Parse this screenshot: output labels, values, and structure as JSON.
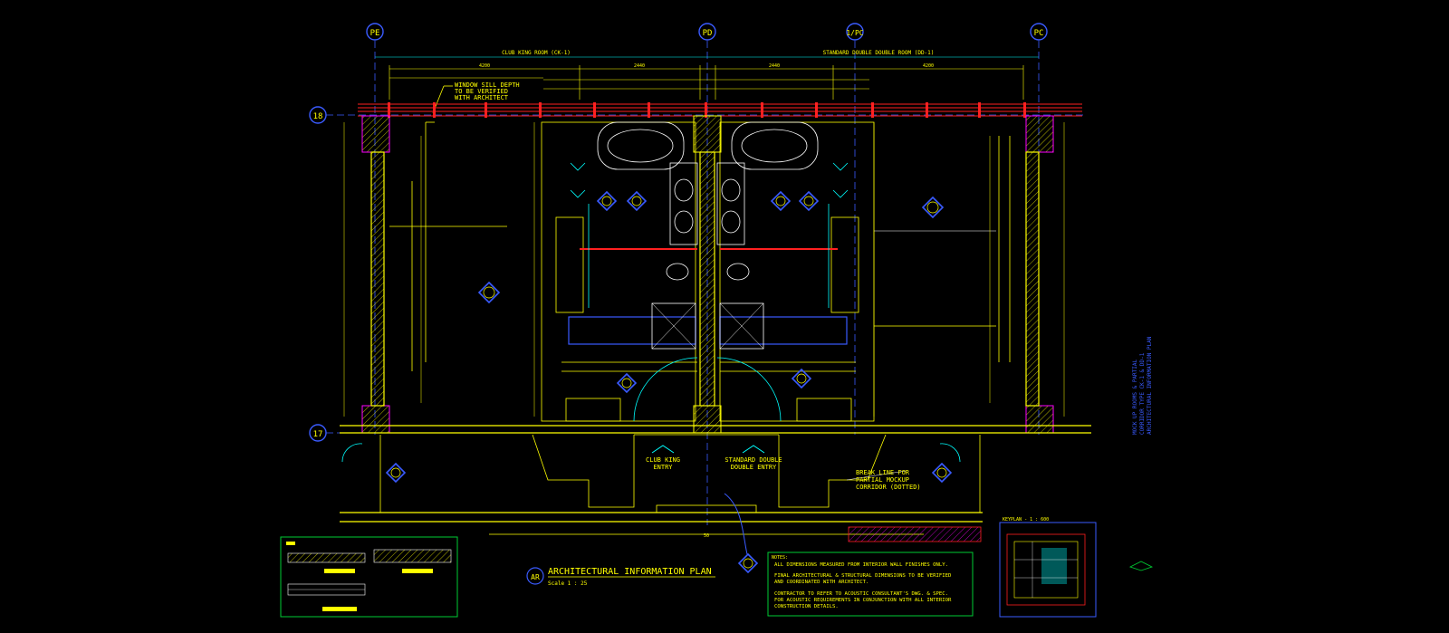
{
  "grid": {
    "cols": [
      "PE",
      "PD",
      "1/PC",
      "PC"
    ],
    "rows": [
      "18",
      "17"
    ]
  },
  "rooms": {
    "left_title": "CLUB KING ROOM (CK-1)",
    "right_title": "STANDARD DOUBLE DOUBLE ROOM (DD-1)",
    "left_entry": [
      "CLUB KING",
      "ENTRY"
    ],
    "right_entry": [
      "STANDARD DOUBLE",
      "DOUBLE ENTRY"
    ]
  },
  "notes": {
    "window_sill": [
      "WINDOW SILL DEPTH",
      "TO BE VERIFIED",
      "WITH ARCHITECT"
    ],
    "break_line": [
      "BREAK LINE FOR",
      "PARTIAL MOCKUP",
      "CORRIDOR (DOTTED)"
    ]
  },
  "dimensions": {
    "top_left": [
      "4200",
      "2440"
    ],
    "top_right": [
      "2440",
      "4200"
    ],
    "bottom": "50"
  },
  "title_block": {
    "bubble": "AR",
    "title": "ARCHITECTURAL INFORMATION PLAN",
    "scale": "Scale 1 : 25"
  },
  "general_notes": {
    "heading": "NOTES:",
    "lines": [
      "ALL DIMENSIONS MEASURED FROM INTERIOR WALL FINISHES ONLY.",
      "FINAL ARCHITECTURAL & STRUCTURAL DIMENSIONS TO BE VERIFIED",
      "AND COORDINATED WITH ARCHITECT.",
      "CONTRACTOR TO REFER TO ACOUSTIC CONSULTANT'S DWG. & SPEC.",
      "FOR ACOUSTIC REQUIREMENTS IN CONJUNCTION WITH ALL INTERIOR",
      "CONSTRUCTION DETAILS."
    ]
  },
  "keyplan": {
    "label": "KEYPLAN - 1 : 600"
  },
  "sheet_title": [
    "MOCK UP ROOMS & PARTIAL",
    "CORRIDOR TYPE CK-1 & DD-1",
    "ARCHITECTURAL INFORMATION PLAN"
  ],
  "colors": {
    "background": "#000000",
    "wall": "#ffff00",
    "cyan": "#00ffff",
    "red": "#ff2020",
    "blue": "#3a5bff",
    "green": "#00cc33",
    "magenta": "#ff00ff",
    "white": "#ffffff"
  }
}
